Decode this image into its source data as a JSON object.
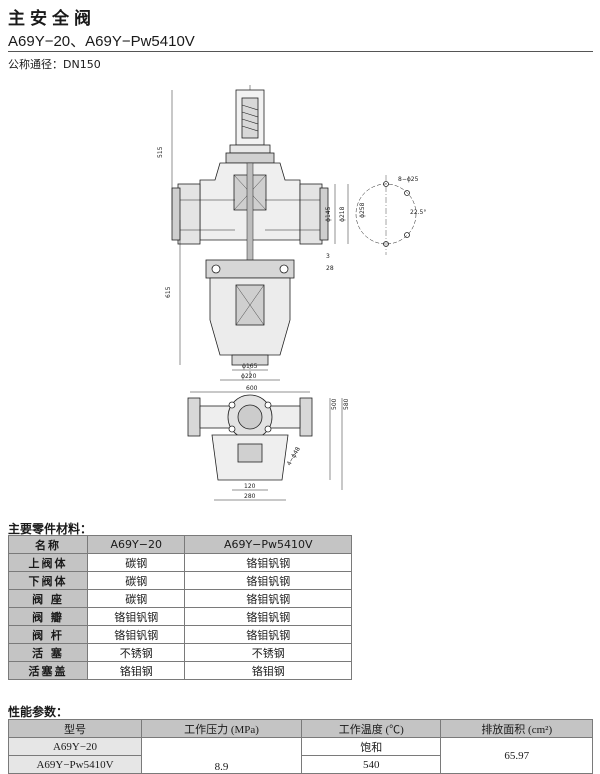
{
  "title": "主安全阀",
  "models": "A69Y−20、A69Y−Pw5410V",
  "nominal_diameter": "公称通径：DN150",
  "drawing": {
    "dims": {
      "d515": "515",
      "d615": "615",
      "d165": "ϕ165",
      "d220": "ϕ220",
      "d600": "600",
      "d500": "500",
      "d580": "580",
      "d120": "120",
      "d280": "280",
      "d145": "ϕ145",
      "d218": "ϕ218",
      "d3": "3",
      "d28": "28",
      "holes": "8−ϕ25",
      "d258": "ϕ258",
      "angle": "22.5°",
      "d4x": "4−ϕ48"
    }
  },
  "materials": {
    "title": "主要零件材料：",
    "header": [
      "名称",
      "A69Y−20",
      "A69Y−Pw5410V"
    ],
    "rows": [
      {
        "name": "上阀体",
        "a": "碳钢",
        "b": "铬钼钒钢"
      },
      {
        "name": "下阀体",
        "a": "碳钢",
        "b": "铬钼钒钢"
      },
      {
        "name": "阀 座",
        "a": "碳钢",
        "b": "铬钼钒钢"
      },
      {
        "name": "阀 瓣",
        "a": "铬钼钒钢",
        "b": "铬钼钒钢"
      },
      {
        "name": "阀 杆",
        "a": "铬钼钒钢",
        "b": "铬钼钒钢"
      },
      {
        "name": "活 塞",
        "a": "不锈钢",
        "b": "不锈钢"
      },
      {
        "name": "活塞盖",
        "a": "铬钼钢",
        "b": "铬钼钢"
      }
    ]
  },
  "performance": {
    "title": "性能参数：",
    "header": [
      "型号",
      "工作压力 (MPa)",
      "工作温度 (℃)",
      "排放面积 (cm²)"
    ],
    "row1": {
      "model": "A69Y−20",
      "temp": "饱和"
    },
    "row2": {
      "model": "A69Y−Pw5410V",
      "pressure": "8.9",
      "temp": "540"
    },
    "area": "65.97"
  }
}
